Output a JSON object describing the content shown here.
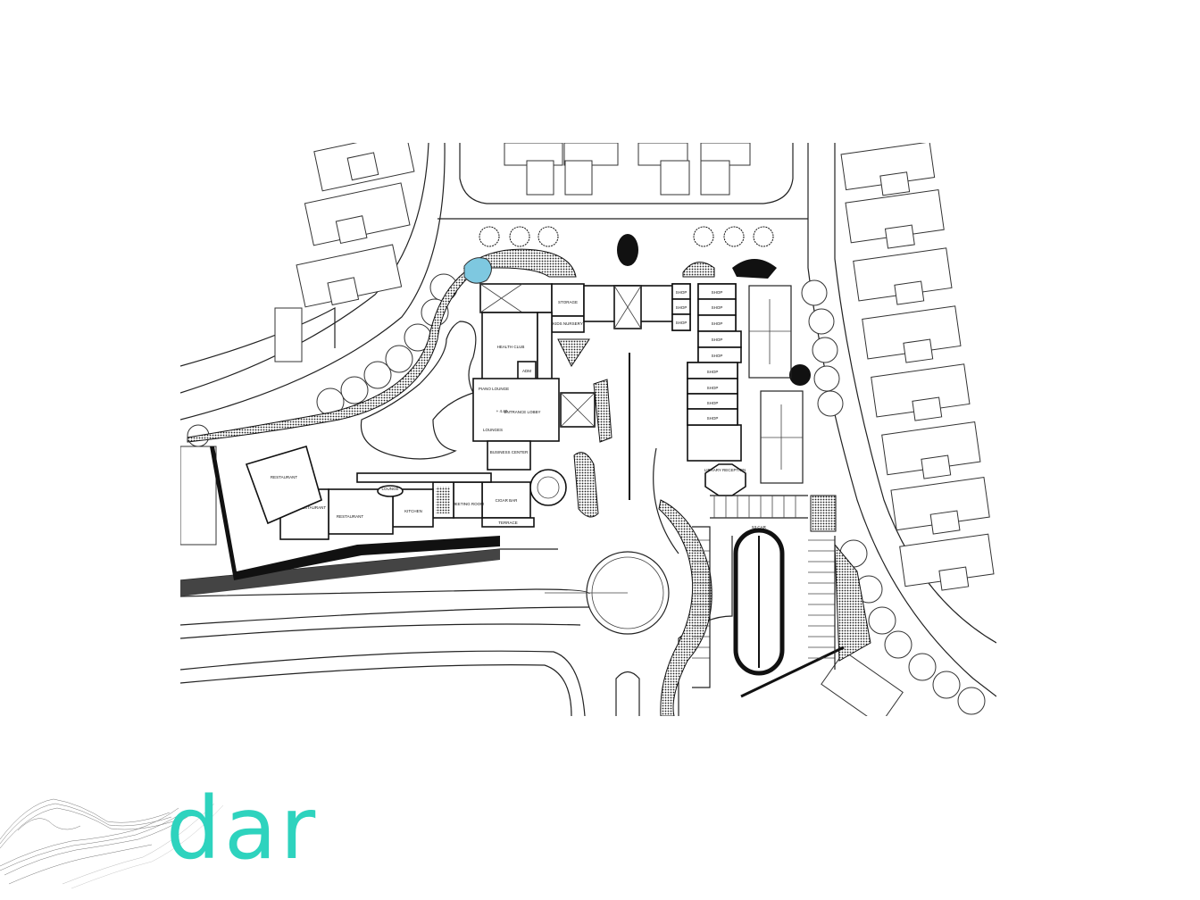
{
  "plan": {
    "rooms": {
      "storage": "STORAGE",
      "kids_nursery": "KIDS NURSERY",
      "health_club": "HEALTH CLUB",
      "adm": "ADM",
      "piano_lounge": "PIANO LOUNGE",
      "entrance_lobby": "ENTRANCE LOBBY",
      "lounges": "LOUNGES",
      "business_center": "BUSINESS CENTER",
      "cigar_bar": "CIGAR BAR",
      "terrace": "TERRACE",
      "meeting_room": "MEETING ROOM",
      "kitchen": "KITCHEN",
      "lounge": "LOUNGE",
      "restaurant_1": "RESTAURANT",
      "restaurant_2": "RESTAURANT",
      "restaurant_3": "RESTAURANT",
      "library_reception": "LIBRARY RECEPTION",
      "parking": "53 CAR",
      "level_mark": "+ 4.40"
    },
    "shops": [
      "SHOP",
      "SHOP",
      "SHOP",
      "SHOP",
      "SHOP",
      "SHOP",
      "SHOP",
      "SHOP",
      "SHOP",
      "SHOP",
      "SHOP",
      "SHOP"
    ],
    "pool_color": "#7ec8e0"
  },
  "logo": {
    "text": "dar",
    "color": "#2ed3be"
  }
}
